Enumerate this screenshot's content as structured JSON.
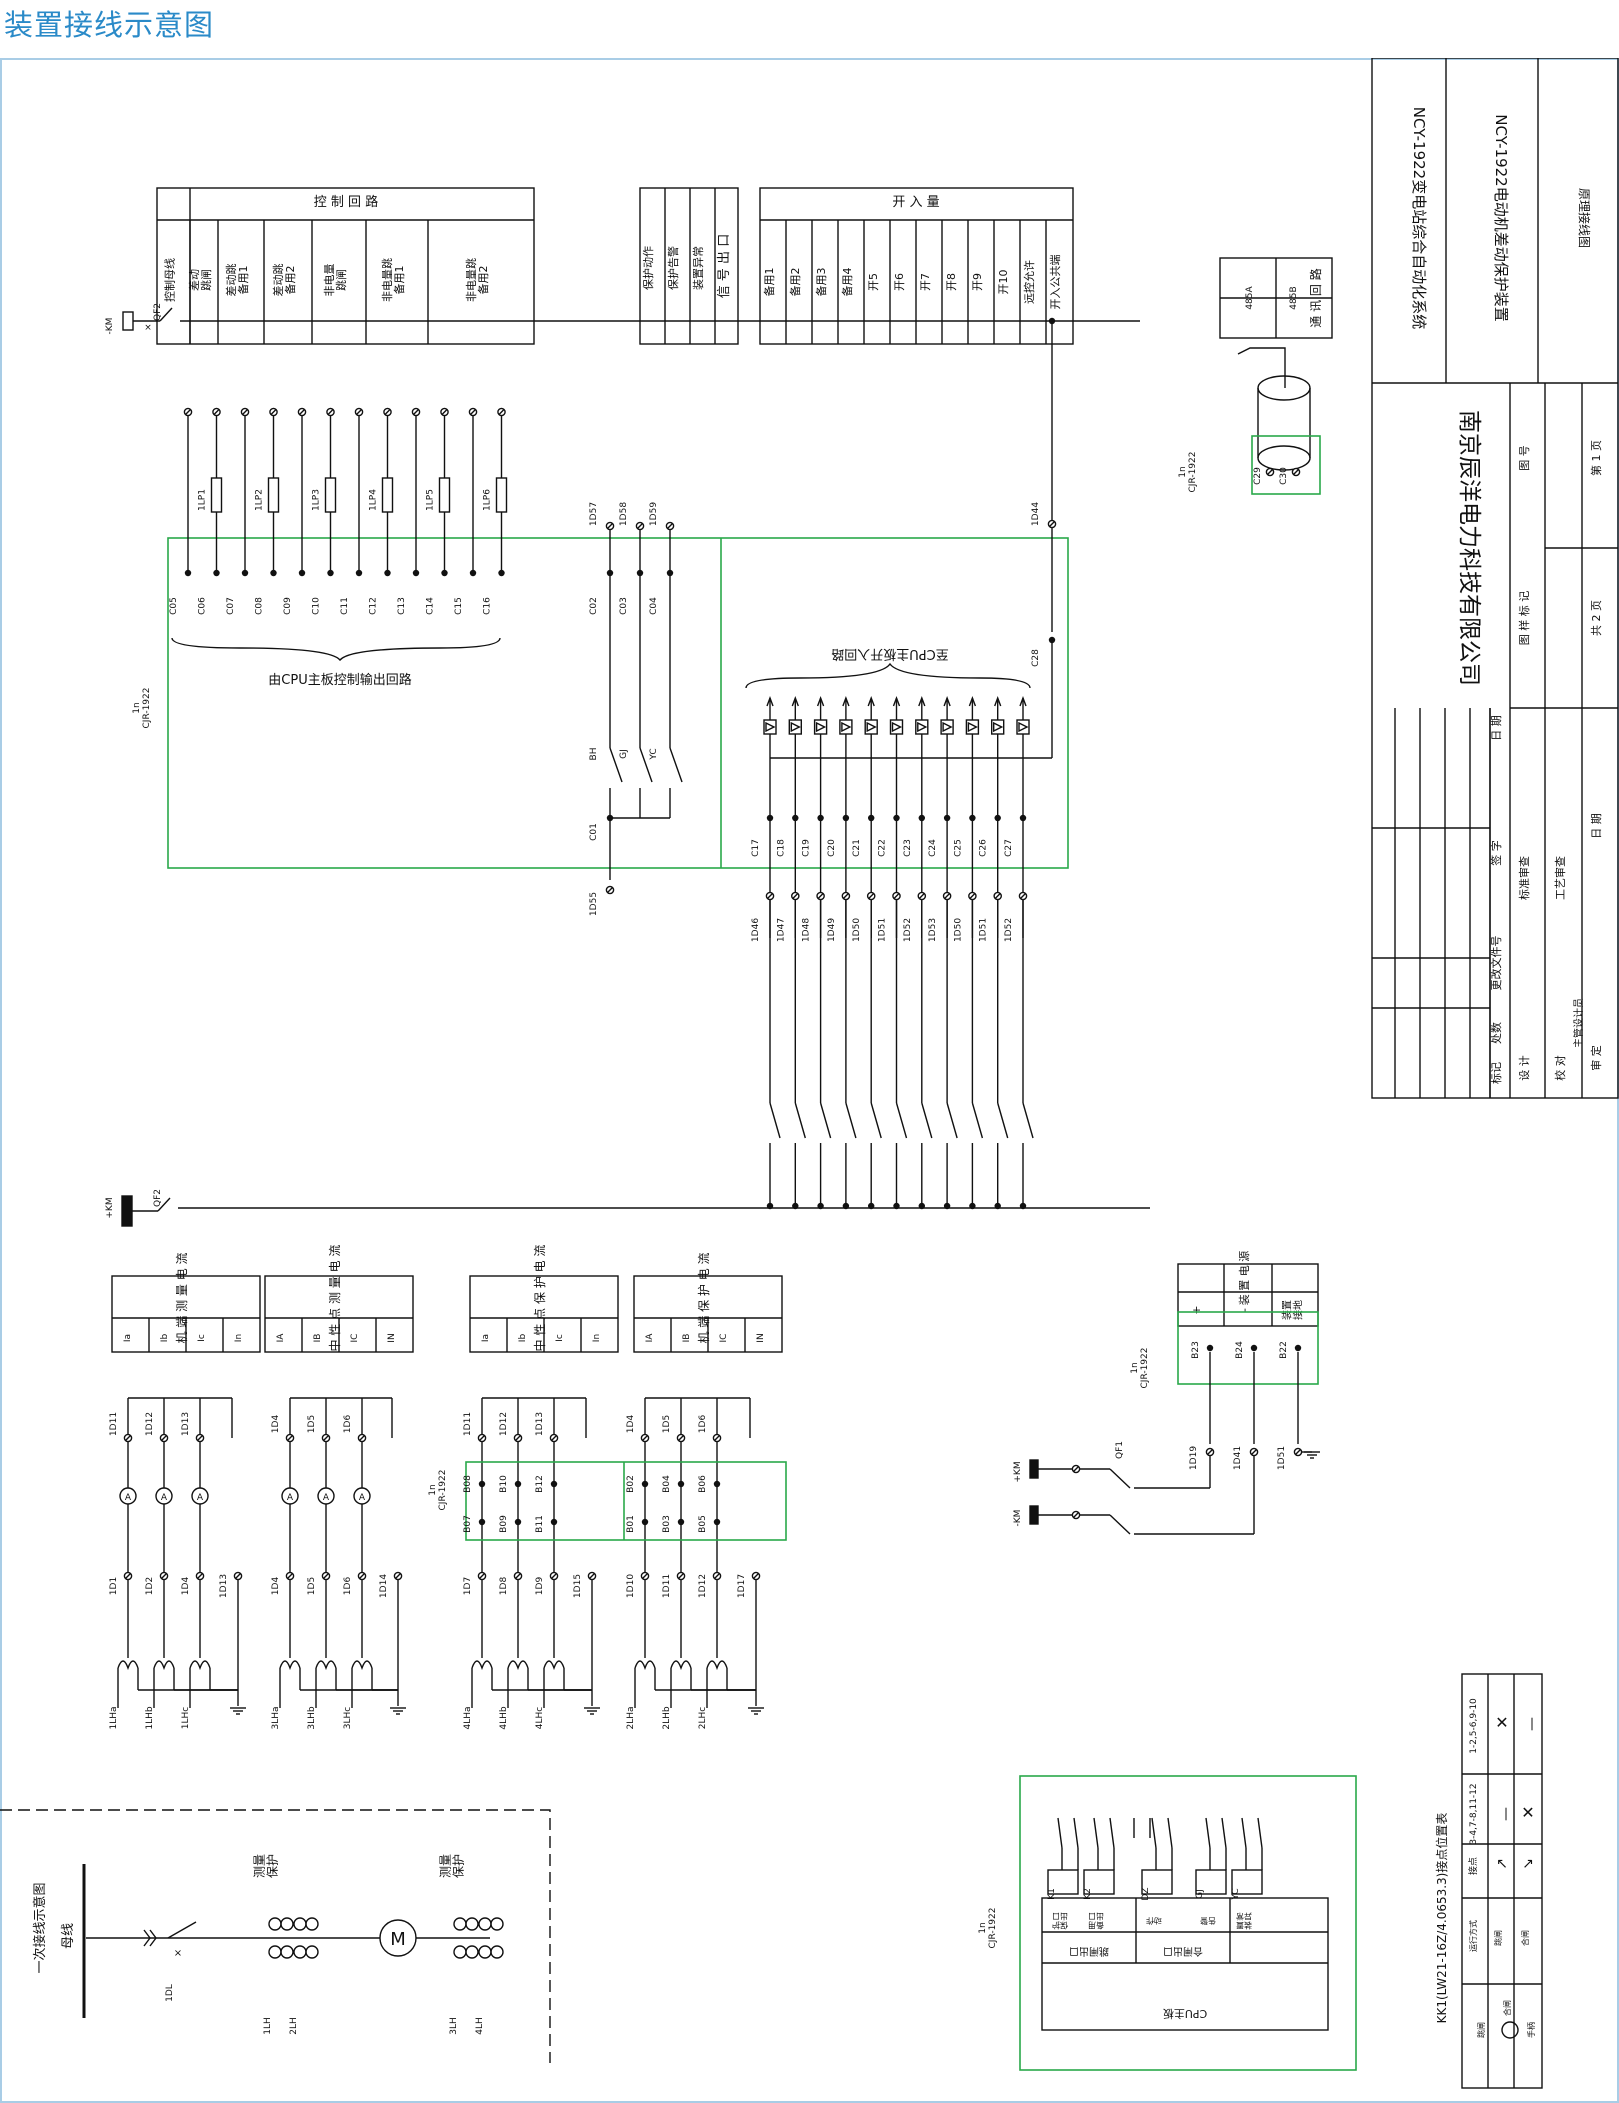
{
  "page_title": "装置接线示意图",
  "colors": {
    "title": "#2a8ac8",
    "box": "#2aa84a",
    "line": "#111111",
    "border": "#a9cde6"
  },
  "title_block": {
    "system": "NCY-1922变电站综合自动化系统",
    "device": "NCY-1922电动机差动保护装置",
    "drawing": "原理接线图",
    "company": "南京辰洋电力科技有限公司",
    "sheet_total": "共  2  页",
    "sheet_no": "第  1  页",
    "fig_no_label": "图        号",
    "sample_label": "图  样  标  记",
    "date_label": "日        期",
    "rows": [
      "标记",
      "处数",
      "更改文件号",
      "签  字",
      "日 期"
    ],
    "design": "设  计",
    "check": "校  对",
    "chief": "主管设计员",
    "approve": "审  定",
    "std_review": "标准审查",
    "craft_review": "工艺审查"
  },
  "control_table": {
    "header": "控制回路",
    "cols": [
      "控制母线",
      "差动\n跳闸",
      "差动跳\n备用1",
      "差动跳\n备用2",
      "非电量\n跳闸",
      "非电量跳\n备用1",
      "非电量跳\n备用2"
    ]
  },
  "signal_table": {
    "header": "信号出口",
    "cols": [
      "保护动作",
      "保护告警",
      "装置异常"
    ]
  },
  "input_table": {
    "header": "开入量",
    "cols": [
      "备用1",
      "备用2",
      "备用3",
      "备用4",
      "开5",
      "开6",
      "开7",
      "开8",
      "开9",
      "开10",
      "远控允许",
      "开入公共端"
    ]
  },
  "comm": {
    "header": "通讯回路",
    "cols": [
      "485A",
      "485B"
    ],
    "ref": "1n\nCJR-1922",
    "terms": [
      "C29",
      "C30"
    ]
  },
  "main_box": {
    "ref": "1n\nCJR-1922",
    "output_label": "由CPU主板控制输出回路",
    "input_label": "至CPU主板开入回路",
    "out_terms": [
      "C05",
      "C06",
      "C07",
      "C08",
      "C09",
      "C10",
      "C11",
      "C12",
      "C13",
      "C14",
      "C15",
      "C16"
    ],
    "lp": [
      "1LP1",
      "1LP2",
      "1LP3",
      "1LP4",
      "1LP5",
      "1LP6"
    ],
    "sig_terms": [
      "1D57",
      "1D58",
      "1D59"
    ],
    "sig_c": [
      "C02",
      "C03",
      "C04"
    ],
    "sig_contacts": [
      "BH",
      "GJ",
      "YC"
    ],
    "sig_common": "C01",
    "sig_common_d": "1D55",
    "in_terms": [
      "C17",
      "C18",
      "C19",
      "C20",
      "C21",
      "C22",
      "C23",
      "C24",
      "C25",
      "C26",
      "C27"
    ],
    "in_d": [
      "1D46",
      "1D47",
      "1D48",
      "1D49",
      "1D50",
      "1D51",
      "1D52",
      "1D53",
      "1D50",
      "1D51",
      "1D52"
    ],
    "pub_term": "C28",
    "pub_d": "1D44"
  },
  "km": {
    "neg": "-KM",
    "pos": "+KM",
    "qf": "QF2"
  },
  "power": {
    "ref": "1n\nCJR-1922",
    "header": "装置电源",
    "cols": [
      "+",
      "-",
      "装置\n接地"
    ],
    "terms": [
      "B23",
      "B24",
      "B22"
    ],
    "d": [
      "1D19",
      "1D41",
      "1D51"
    ],
    "qf": "QF1",
    "pos": "+KM",
    "neg": "-KM"
  },
  "current_tables": [
    {
      "header": "机端测量电流",
      "cols": [
        "Ia",
        "Ib",
        "Ic",
        "In"
      ]
    },
    {
      "header": "中性点测量电流",
      "cols": [
        "IA",
        "IB",
        "IC",
        "IN"
      ]
    },
    {
      "header": "中性点保护电流",
      "cols": [
        "Ia",
        "Ib",
        "Ic",
        "In"
      ]
    },
    {
      "header": "机端保护电流",
      "cols": [
        "IA",
        "IB",
        "IC",
        "IN"
      ]
    }
  ],
  "ct_groups": [
    {
      "top": [
        "1D11",
        "1D12",
        "1D13"
      ],
      "bot": [
        "1D1",
        "1D2",
        "1D4",
        "1D13"
      ],
      "cts": [
        "1LHa",
        "1LHb",
        "1LHc"
      ]
    },
    {
      "top": [
        "1D4",
        "1D5",
        "1D6"
      ],
      "bot": [
        "1D4",
        "1D5",
        "1D6",
        "1D14"
      ],
      "cts": [
        "3LHa",
        "3LHb",
        "3LHc"
      ]
    },
    {
      "top": [
        "1D11",
        "1D12",
        "1D13"
      ],
      "bot": [
        "1D7",
        "1D8",
        "1D9",
        "1D15"
      ],
      "cts": [
        "4LHa",
        "4LHb",
        "4LHc"
      ]
    },
    {
      "top": [
        "1D4",
        "1D5",
        "1D6"
      ],
      "bot": [
        "1D10",
        "1D11",
        "1D12",
        "1D17"
      ],
      "cts": [
        "2LHa",
        "2LHb",
        "2LHc"
      ]
    }
  ],
  "ct_box": {
    "ref": "1n\nCJR-1922",
    "b_top": [
      "B08",
      "B10",
      "B12",
      "B02",
      "B04",
      "B06"
    ],
    "b_bot": [
      "B07",
      "B09",
      "B11",
      "B01",
      "B03",
      "B05"
    ]
  },
  "primary": {
    "title": "一次接线示意图",
    "bus": "母线",
    "breaker": "1DL",
    "meas1": "测量\n保护",
    "meas2": "测量\n保护",
    "ct1": [
      "1LH",
      "2LH"
    ],
    "ct2": [
      "3LH",
      "4LH"
    ],
    "motor": "M"
  },
  "relay_box": {
    "ref": "1n\nCJR-1922",
    "relays": [
      "K1",
      "K2",
      "DZ",
      "GJ",
      "YC"
    ],
    "cells": [
      "保护\n出口",
      "备用\n出口",
      "动作",
      "告警",
      "装置\n异常"
    ],
    "labels": [
      "跳闸出口",
      "合闸出口"
    ],
    "cpu": "CPU主板"
  },
  "kk": {
    "title": "KK1(LW21-16Z/4.0653.3)接点位置表",
    "head": [
      "运行方式",
      "接点"
    ],
    "cols": [
      "1-2,5-6,9-10",
      "3-4,7-8,11-12"
    ],
    "rows": [
      "跳闸",
      "合闸"
    ],
    "handle": [
      "跳闸",
      "合闸",
      "手柄"
    ]
  }
}
